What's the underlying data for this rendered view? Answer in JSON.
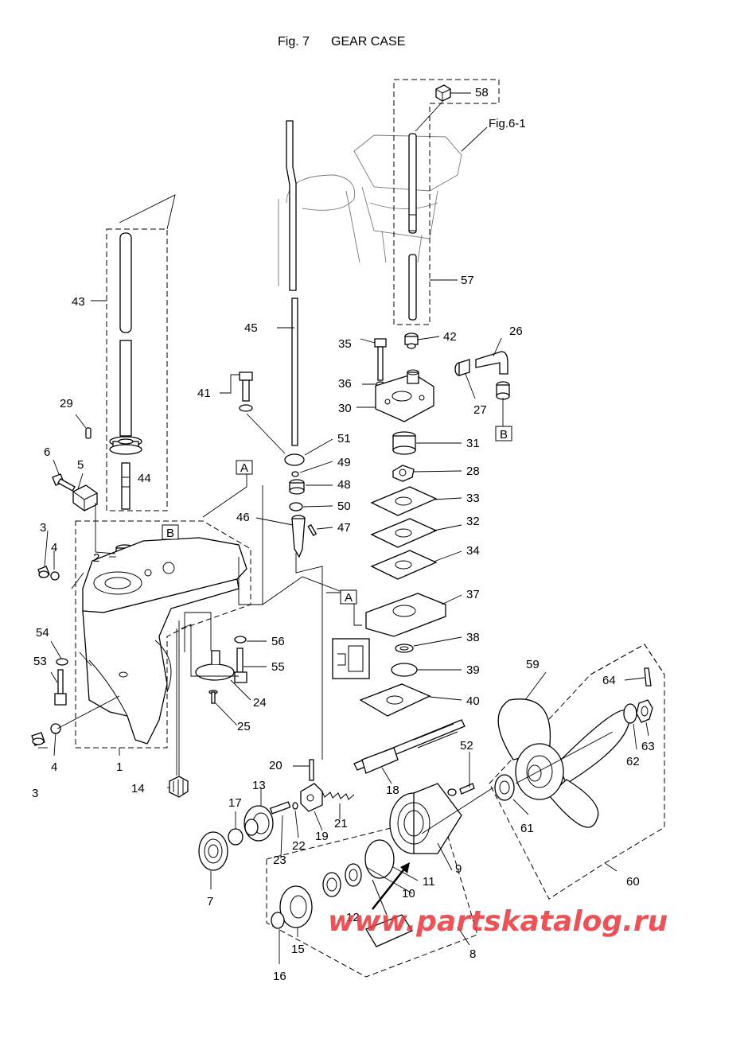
{
  "figure": {
    "number": "Fig. 7",
    "title": "GEAR CASE"
  },
  "reference": "Fig.6-1",
  "watermark": "www.partskatalog.ru",
  "ref_boxes": [
    "A",
    "B",
    "A",
    "B"
  ],
  "part_numbers": [
    "1",
    "2",
    "3",
    "4",
    "5",
    "6",
    "7",
    "8",
    "9",
    "10",
    "11",
    "12",
    "13",
    "14",
    "15",
    "16",
    "17",
    "18",
    "19",
    "20",
    "21",
    "22",
    "23",
    "24",
    "25",
    "26",
    "27",
    "28",
    "29",
    "30",
    "31",
    "32",
    "33",
    "34",
    "35",
    "36",
    "37",
    "38",
    "39",
    "40",
    "41",
    "42",
    "43",
    "44",
    "45",
    "46",
    "47",
    "48",
    "49",
    "50",
    "51",
    "52",
    "53",
    "54",
    "55",
    "56",
    "57",
    "58",
    "59",
    "60",
    "61",
    "62",
    "63",
    "64",
    "3",
    "4"
  ],
  "colors": {
    "line": "#000000",
    "watermark": "#e8363a"
  }
}
